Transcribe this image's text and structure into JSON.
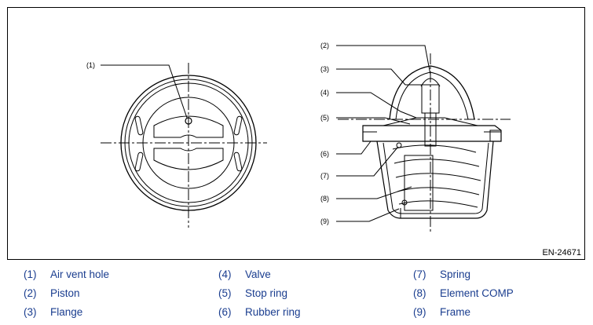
{
  "figure": {
    "code": "EN-24671",
    "callouts": [
      "(1)",
      "(2)",
      "(3)",
      "(4)",
      "(5)",
      "(6)",
      "(7)",
      "(8)",
      "(9)"
    ]
  },
  "legend": [
    {
      "num": "(1)",
      "label": "Air vent hole"
    },
    {
      "num": "(2)",
      "label": "Piston"
    },
    {
      "num": "(3)",
      "label": "Flange"
    },
    {
      "num": "(4)",
      "label": "Valve"
    },
    {
      "num": "(5)",
      "label": "Stop ring"
    },
    {
      "num": "(6)",
      "label": "Rubber ring"
    },
    {
      "num": "(7)",
      "label": "Spring"
    },
    {
      "num": "(8)",
      "label": "Element COMP"
    },
    {
      "num": "(9)",
      "label": "Frame"
    }
  ],
  "colors": {
    "legend_text": "#1a3d8f",
    "line": "#000000"
  }
}
